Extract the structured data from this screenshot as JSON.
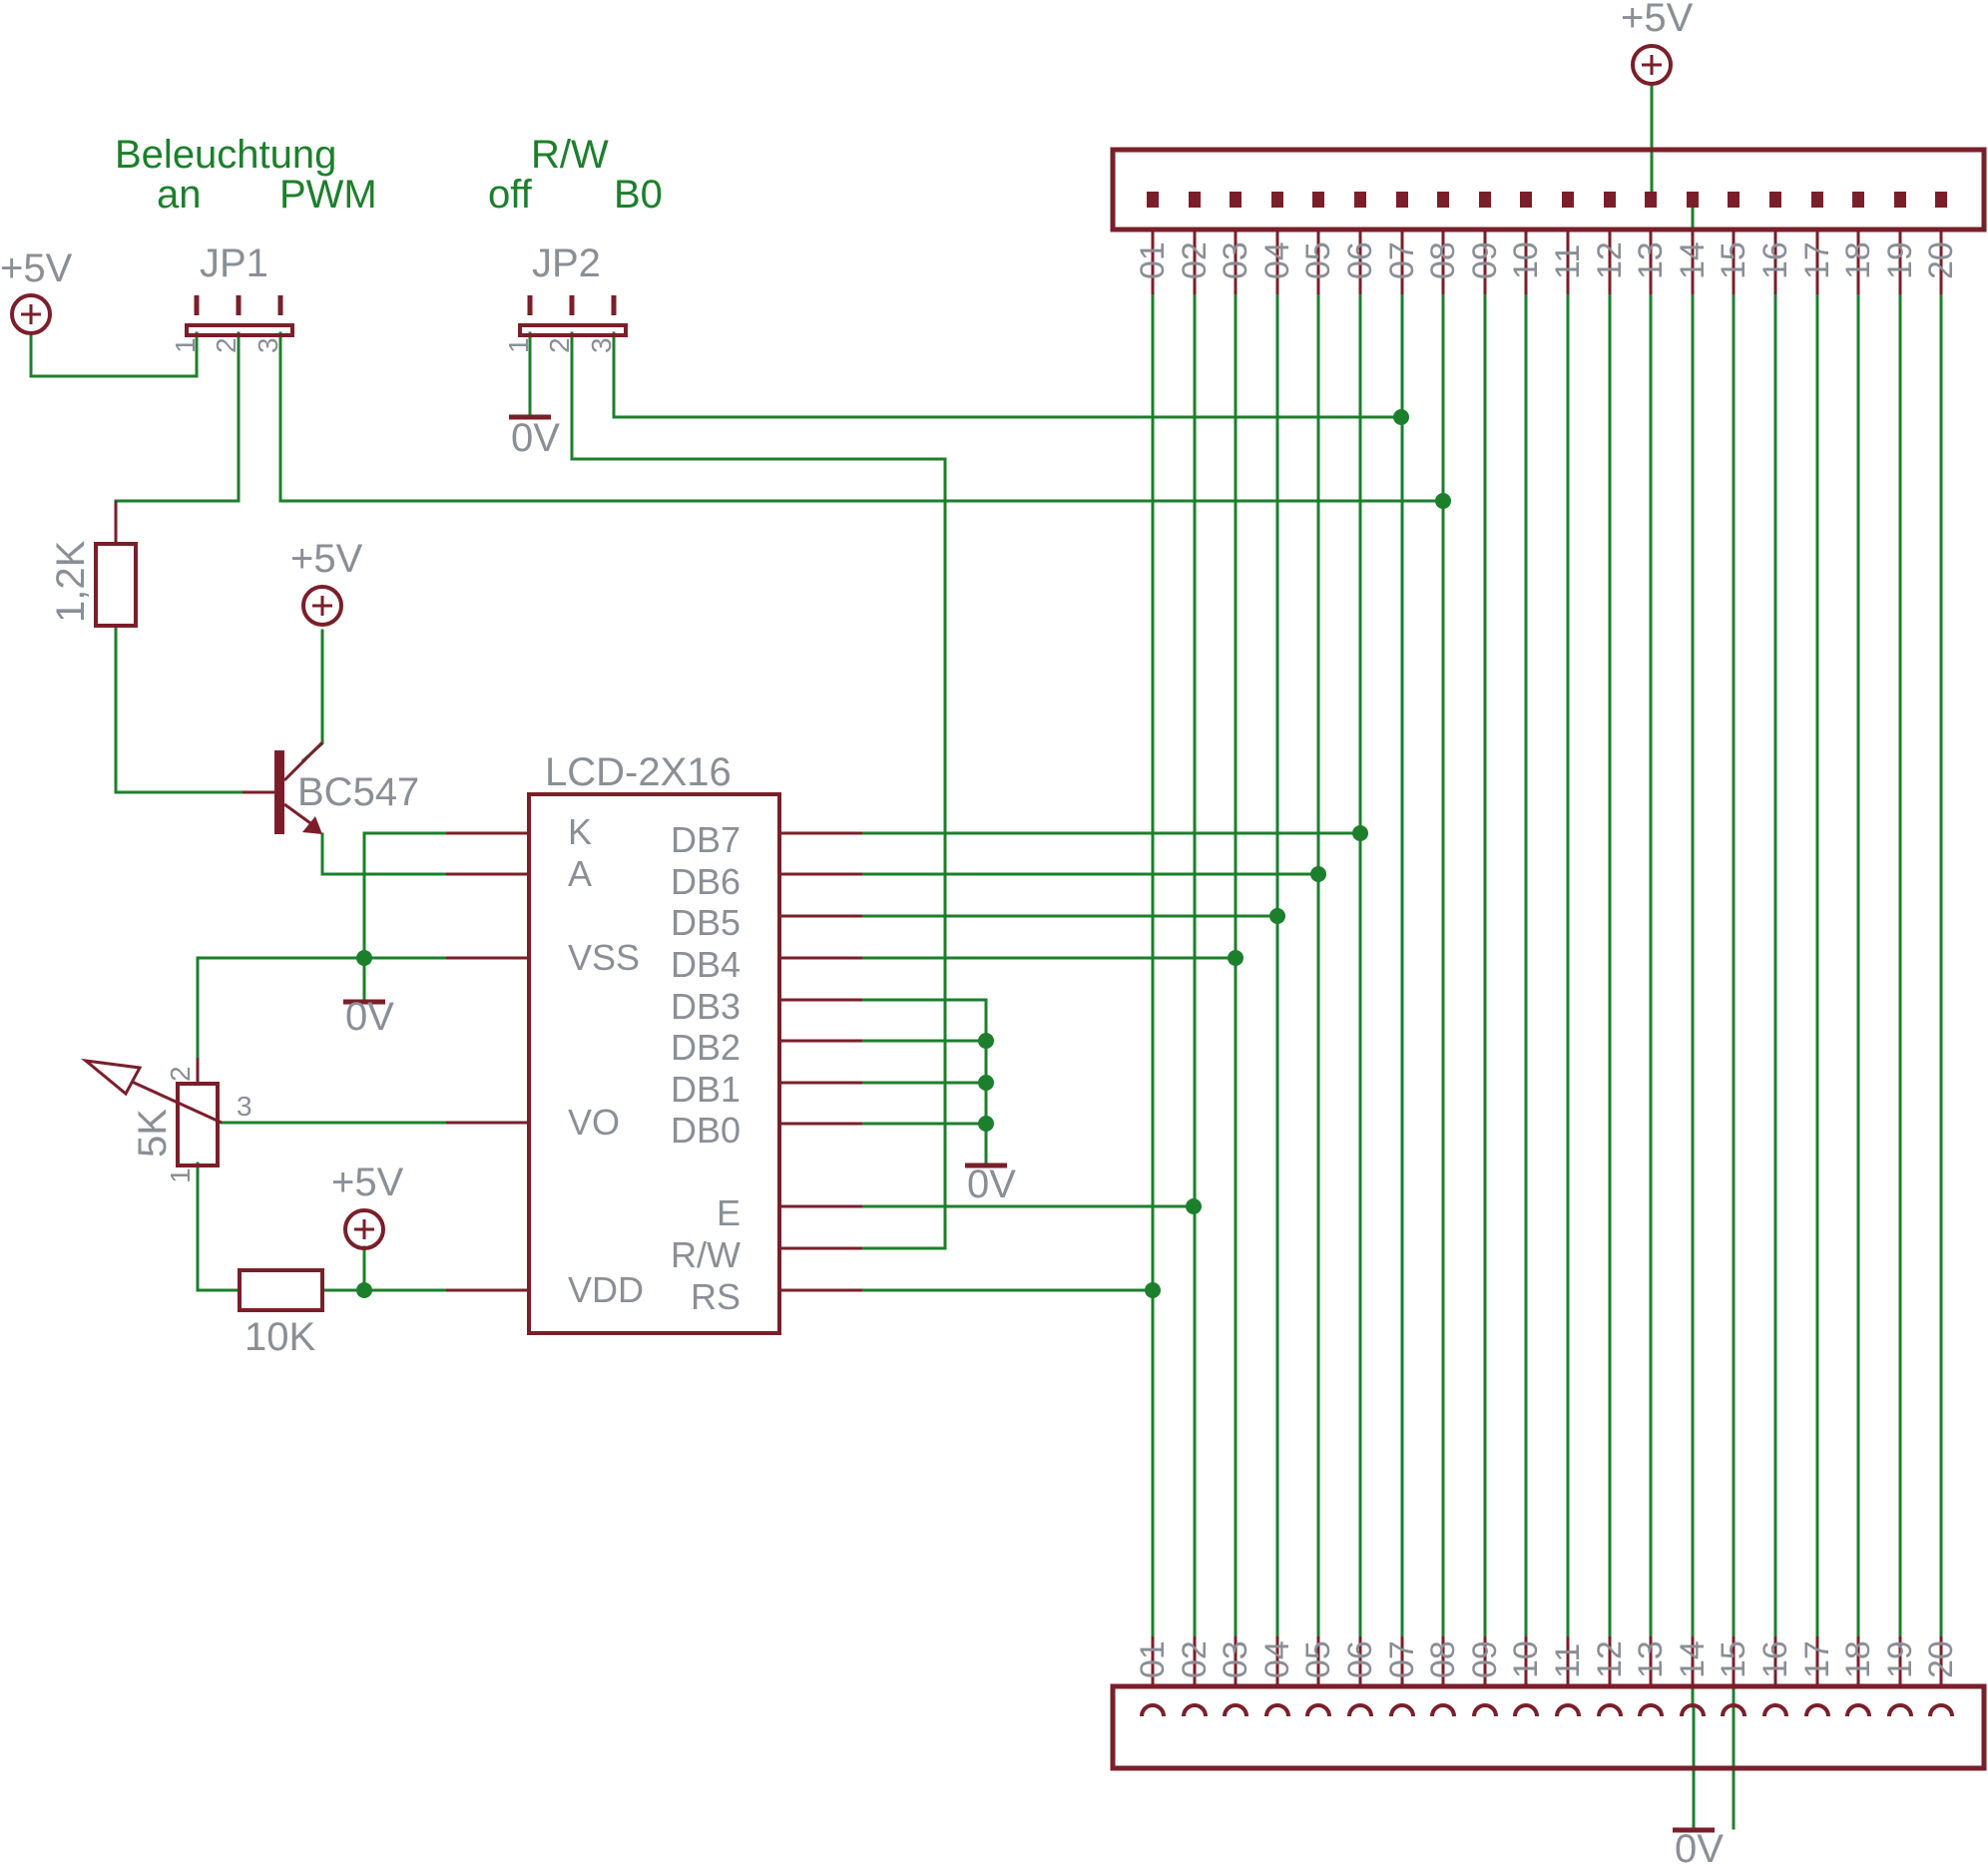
{
  "annotations": {
    "jp1_title": "Beleuchtung",
    "jp1_left": "an",
    "jp1_right": "PWM",
    "jp2_title": "R/W",
    "jp2_left": "off",
    "jp2_right": "B0"
  },
  "parts": {
    "jp1": "JP1",
    "jp2": "JP2",
    "lcd": "LCD-2X16",
    "transistor": "BC547",
    "r_base": "1,2K",
    "r_vdd": "10K",
    "pot": "5K"
  },
  "supply": {
    "vcc": "+5V",
    "gnd": "0V"
  },
  "jumper_pins": [
    "1",
    "2",
    "3"
  ],
  "pot_pins": {
    "wiper": "3",
    "top": "2",
    "bottom": "1"
  },
  "lcd_pins_left": [
    "K",
    "A",
    "VSS",
    "VO",
    "VDD"
  ],
  "lcd_pins_right": [
    "DB7",
    "DB6",
    "DB5",
    "DB4",
    "DB3",
    "DB2",
    "DB1",
    "DB0",
    "E",
    "R/W",
    "RS"
  ],
  "connector_pins": [
    "01",
    "02",
    "03",
    "04",
    "05",
    "06",
    "07",
    "08",
    "09",
    "10",
    "11",
    "12",
    "13",
    "14",
    "15",
    "16",
    "17",
    "18",
    "19",
    "20"
  ],
  "colors": {
    "wire": "#1c7f2c",
    "part": "#7a1f2a",
    "label": "#8a8f96"
  }
}
